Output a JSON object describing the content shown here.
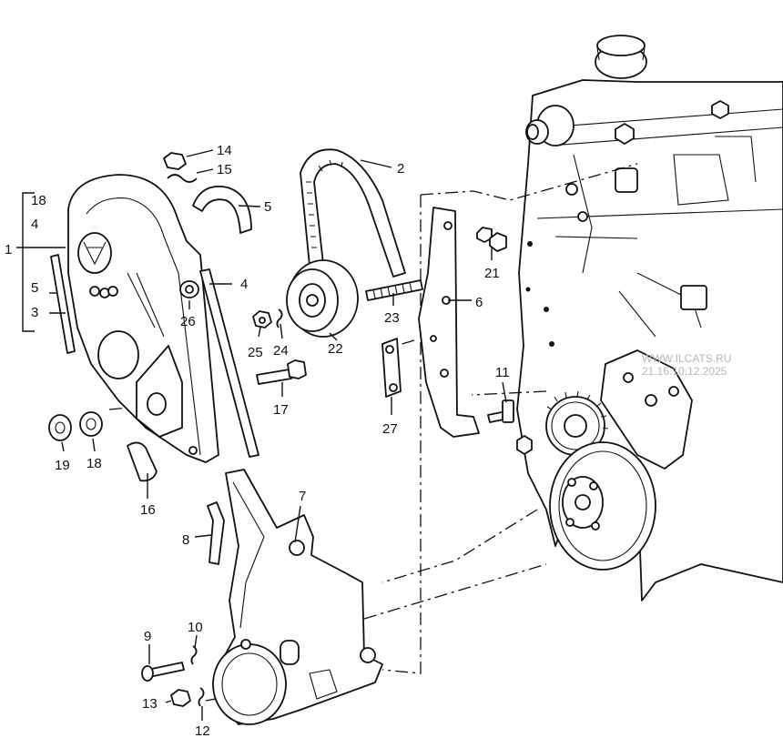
{
  "diagram": {
    "title": "Timing belt cover / timing belt exploded view",
    "watermark_line1": "WWW.ILCATS.RU",
    "watermark_line2": "21.16.10.12.2025"
  },
  "callouts": {
    "c1": "1",
    "c2": "2",
    "c3": "3",
    "c4a": "4",
    "c4b": "4",
    "c5a": "5",
    "c5b": "5",
    "c6": "6",
    "c7": "7",
    "c8": "8",
    "c9": "9",
    "c10": "10",
    "c11": "11",
    "c12": "12",
    "c13": "13",
    "c14": "14",
    "c15": "15",
    "c16": "16",
    "c17": "17",
    "c18a": "18",
    "c18b": "18",
    "c19": "19",
    "c21": "21",
    "c22": "22",
    "c23": "23",
    "c24": "24",
    "c25": "25",
    "c26": "26",
    "c27": "27"
  },
  "colors": {
    "ink": "#111111",
    "paper": "#ffffff",
    "watermark": "#b8b8b8"
  }
}
